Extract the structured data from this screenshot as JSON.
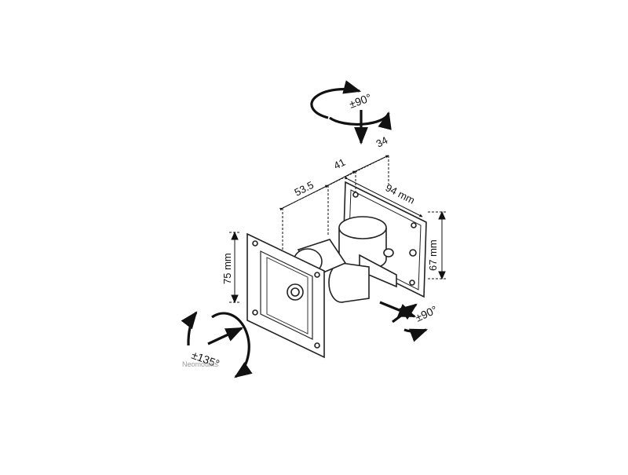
{
  "dimensions": {
    "d_34": "34",
    "d_41": "41",
    "d_53_5": "53.5",
    "d_94": "94 mm",
    "d_67": "67 mm",
    "d_75": "75 mm"
  },
  "rotations": {
    "top": "±90°",
    "right": "±90°",
    "left": "±135°"
  },
  "brand": "Neomounts"
}
